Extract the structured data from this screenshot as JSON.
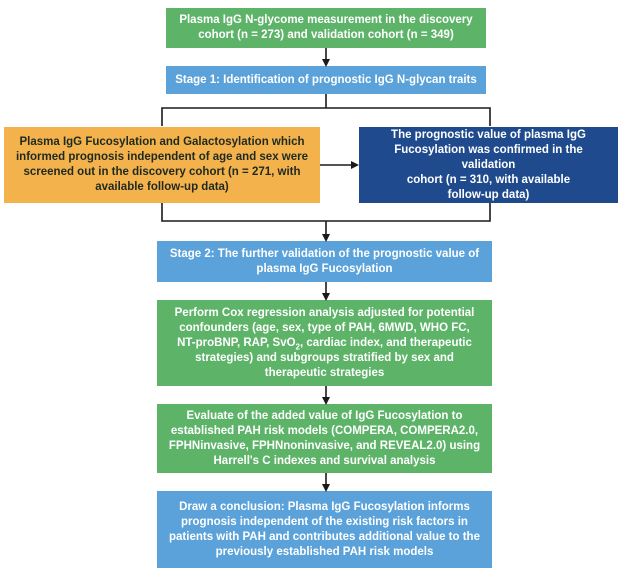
{
  "boxes": {
    "measurement": {
      "line1": "Plasma IgG N-glycome measurement in the discovery",
      "line2": "cohort (n = 273) and validation cohort (n = 349)",
      "color": "#5db368"
    },
    "stage1": {
      "text": "Stage 1: Identification of prognostic IgG N-glycan traits",
      "color": "#5aa2d9"
    },
    "discovery_screen": {
      "line1": "Plasma IgG Fucosylation and Galactosylation which",
      "line2": "informed prognosis independent of age and sex were",
      "line3": "screened out in the discovery cohort (n = 271, with",
      "line4": "available follow-up data)",
      "color": "#f4b24d"
    },
    "validation_confirm": {
      "line1": "The prognostic value of plasma IgG",
      "line2": "Fucosylation was confirmed in the validation",
      "line3": "cohort (n = 310, with available",
      "line4": "follow-up data)",
      "color": "#1f4b8e"
    },
    "stage2": {
      "line1": "Stage 2: The further validation of the prognostic value of",
      "line2": "plasma IgG Fucosylation",
      "color": "#5aa2d9"
    },
    "cox": {
      "line1": "Perform Cox regression analysis adjusted for potential",
      "line2": "confounders (age, sex, type of PAH, 6MWD, WHO FC,",
      "line3_pre": "NT-proBNP, RAP, SvO",
      "line3_sub": "2",
      "line3_post": ", cardiac index, and therapeutic",
      "line4": "strategies) and subgroups stratified by sex and",
      "line5": "therapeutic strategies",
      "color": "#5db368"
    },
    "added_value": {
      "line1": "Evaluate of the added value of IgG Fucosylation to",
      "line2": "established PAH risk models (COMPERA, COMPERA2.0,",
      "line3": "FPHNinvasive, FPHNnoninvasive, and REVEAL2.0) using",
      "line4": "Harrell's C indexes and survival analysis",
      "color": "#5db368"
    },
    "conclusion": {
      "line1": "Draw a conclusion: Plasma IgG Fucosylation informs",
      "line2": "prognosis independent of the existing risk factors in",
      "line3": "patients with PAH and contributes additional value to the",
      "line4": "previously established PAH risk models",
      "color": "#5aa2d9"
    }
  },
  "connector_color": "#1a1a1a"
}
